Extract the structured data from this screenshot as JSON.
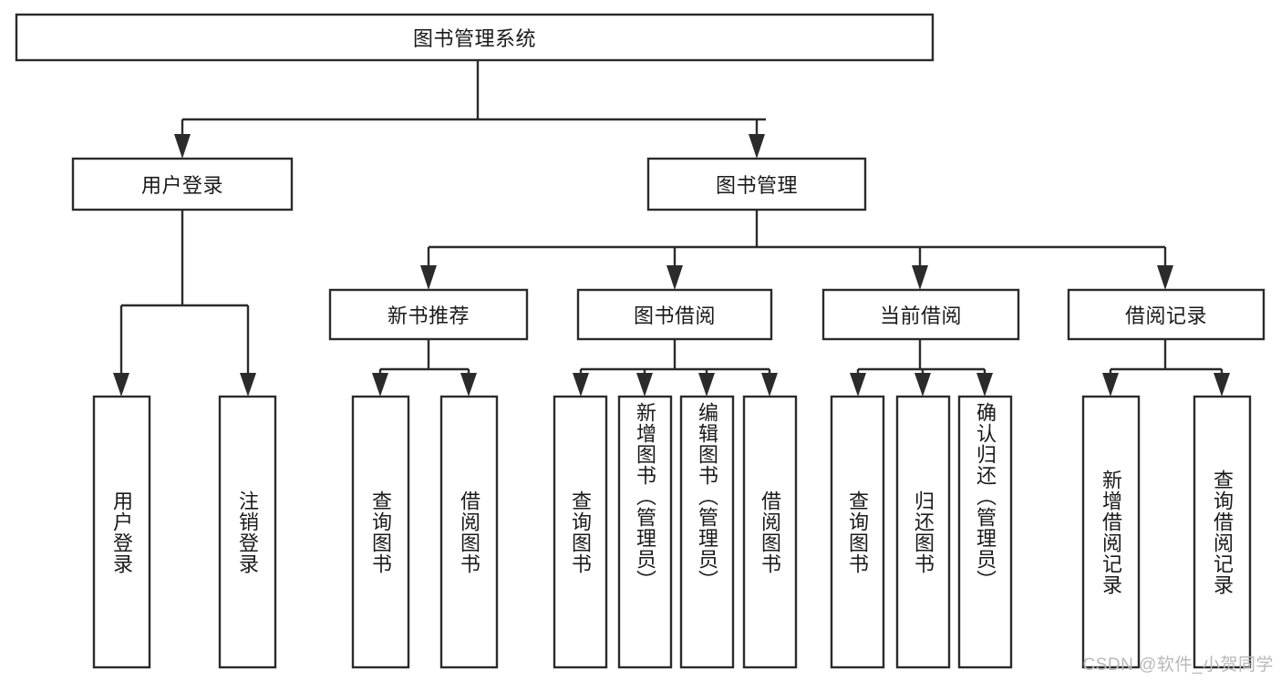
{
  "diagram": {
    "type": "hierarchy-tree",
    "title": "图书管理系统",
    "orientation": "top-down",
    "colors": {
      "box_stroke": "#2b2b2b",
      "box_fill": "#ffffff",
      "text": "#1a1a1a",
      "connector": "#2b2b2b",
      "watermark": "#b9b9b9",
      "background": "#ffffff"
    },
    "root": {
      "label": "图书管理系统"
    },
    "level2": [
      {
        "label": "用户登录"
      },
      {
        "label": "图书管理"
      }
    ],
    "level3": [
      {
        "label": "新书推荐"
      },
      {
        "label": "图书借阅"
      },
      {
        "label": "当前借阅"
      },
      {
        "label": "借阅记录"
      }
    ],
    "leaves": {
      "user_login": [
        {
          "label": "用户登录"
        },
        {
          "label": "注销登录"
        }
      ],
      "new_book_recommend": [
        {
          "label": "查询图书"
        },
        {
          "label": "借阅图书"
        }
      ],
      "book_borrow": [
        {
          "label": "查询图书"
        },
        {
          "label": "新增图书（管理员）"
        },
        {
          "label": "编辑图书（管理员）"
        },
        {
          "label": "借阅图书"
        }
      ],
      "current_borrow": [
        {
          "label": "查询图书"
        },
        {
          "label": "归还图书"
        },
        {
          "label": "确认归还（管理员）"
        }
      ],
      "borrow_record": [
        {
          "label": "新增借阅记录"
        },
        {
          "label": "查询借阅记录"
        }
      ]
    }
  },
  "watermark": {
    "text": "CSDN @软件_小贺同学"
  }
}
